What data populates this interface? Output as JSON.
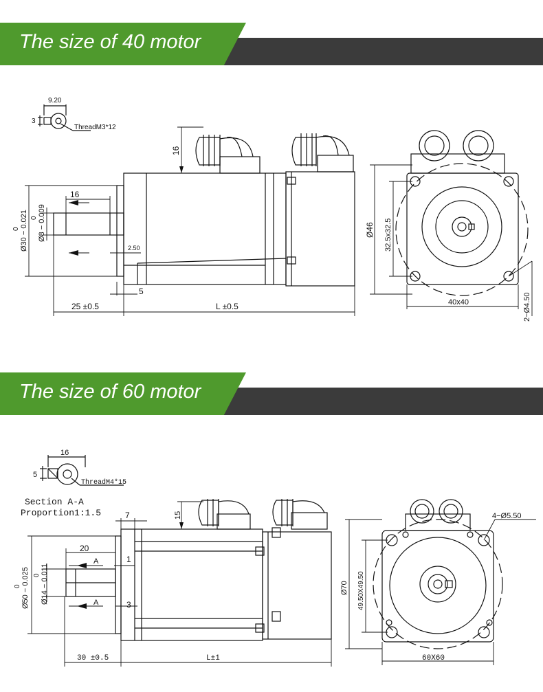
{
  "sections": [
    {
      "title": "The size of 40 motor",
      "labels": {
        "thread_width": "9.20",
        "thread_depth": "3",
        "thread": "ThreadM3*12",
        "connector_height": "16",
        "key_length": "16",
        "flange_dia": "Ø30 − 0.021",
        "flange_tol_top": "0",
        "shaft_dia": "Ø8 − 0.009",
        "shaft_tol_top": "0",
        "flange_thickness": "2.50",
        "step": "5",
        "shaft_length": "25 ±0.5",
        "body_length": "L ±0.5",
        "outer_dia": "Ø46",
        "bolt_spacing": "32.5x32.5",
        "frame_size": "40x40",
        "holes": "2−Ø4.50"
      }
    },
    {
      "title": "The size of 60 motor",
      "labels": {
        "thread_width": "16",
        "thread_depth": "5",
        "thread": "ThreadM4*15",
        "section": "Section A-A",
        "proportion": "Proportion1:1.5",
        "flange_offset": "7",
        "connector_height": "15",
        "key_length": "20",
        "section_mark_top": "A",
        "section_mark_bottom": "A",
        "key_depth": "1",
        "flange_dia": "Ø50 − 0.025",
        "flange_tol_top": "0",
        "shaft_dia": "Ø14 − 0.011",
        "shaft_tol_top": "0",
        "step": "3",
        "shaft_length": "30 ±0.5",
        "body_length": "L±1",
        "outer_dia": "Ø70",
        "bolt_spacing": "49.50X49.50",
        "holes": "4−Ø5.50",
        "frame_size": "60X60"
      }
    }
  ],
  "colors": {
    "banner_green": "#4f9a2d",
    "banner_dark": "#3b3b3b",
    "line": "#111111"
  }
}
